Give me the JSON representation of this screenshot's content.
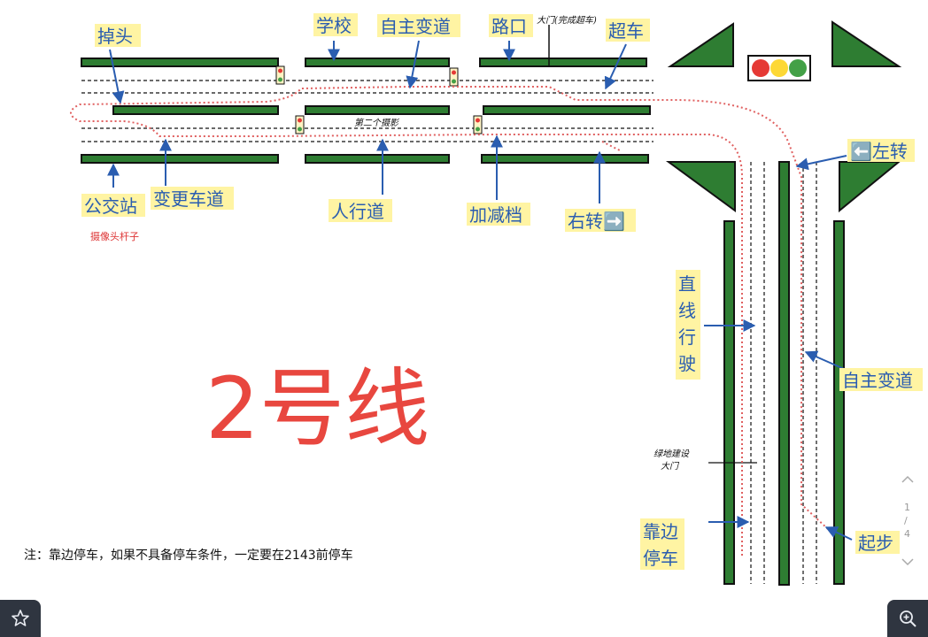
{
  "diagram": {
    "title": "2号线",
    "labels": {
      "u_turn": "掉头",
      "school": "学校",
      "self_lane_change_top": "自主变道",
      "intersection": "路口",
      "overtake": "超车",
      "bus_stop": "公交站",
      "lane_change": "变更车道",
      "crosswalk": "人行道",
      "gear_change": "加减档",
      "right_turn": "右转➡️",
      "left_turn": "⬅️左转",
      "straight_line": "直线行驶",
      "self_lane_change_right": "自主变道",
      "pull_over": "靠边停车",
      "start": "起步"
    },
    "handwritten": {
      "gate_overtake": "大门(完成超车)",
      "second_camera": "第二个摄影",
      "green_gate_line1": "绿地建设",
      "green_gate_line2": "大门",
      "camera_pole": "摄像头杆子"
    },
    "note": "注：靠边停车，如果不具备停车条件，一定要在2143前停车"
  },
  "pager": {
    "current": "1",
    "sep": "/",
    "total": "4"
  },
  "icons": {
    "left_button": "star-icon",
    "right_button": "zoom-in-icon"
  },
  "colors": {
    "lane_green": "#2e7d32",
    "label_blue": "#2a5db0",
    "label_bg": "#fff4a3",
    "route_red": "#e06060",
    "title_red": "#e8473f"
  }
}
